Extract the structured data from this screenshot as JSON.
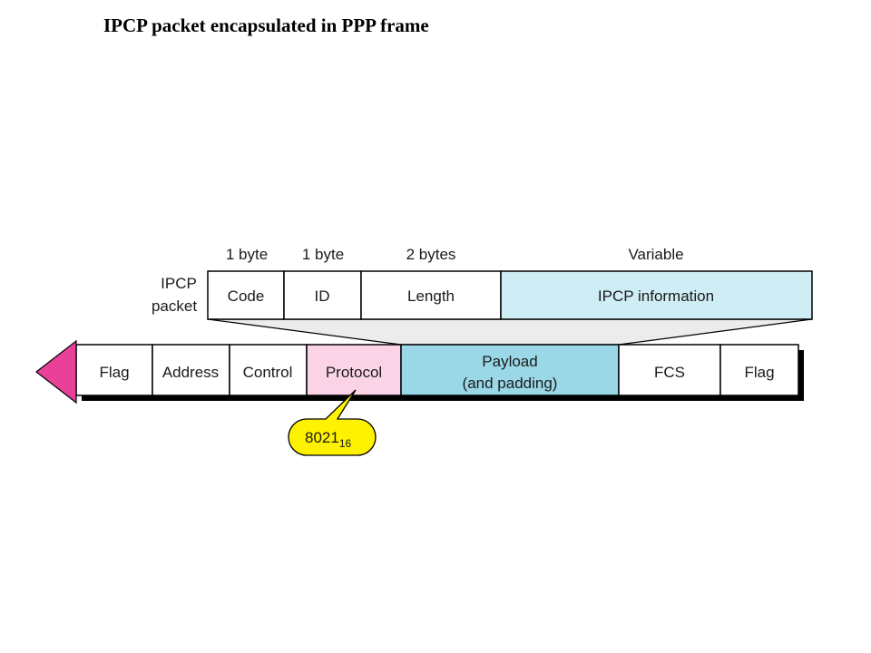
{
  "title": "IPCP packet encapsulated in PPP frame",
  "colors": {
    "info_fill": "#cfedf4",
    "payload_fill": "#9ad8e8",
    "protocol_fill": "#fbd3e6",
    "flag_arrow": "#e9409a",
    "callout_fill": "#fff200",
    "white": "#ffffff"
  },
  "ipcp_packet": {
    "label_line1": "IPCP",
    "label_line2": "packet",
    "sizes": {
      "code": "1 byte",
      "id": "1 byte",
      "length": "2 bytes",
      "info": "Variable"
    },
    "fields": {
      "code": "Code",
      "id": "ID",
      "length": "Length",
      "info": "IPCP information"
    }
  },
  "ppp_frame": {
    "flag_start": "Flag",
    "address": "Address",
    "control": "Control",
    "protocol": "Protocol",
    "payload_line1": "Payload",
    "payload_line2": "(and padding)",
    "fcs": "FCS",
    "flag_end": "Flag"
  },
  "protocol_value": {
    "value": "8021",
    "base": "16"
  }
}
